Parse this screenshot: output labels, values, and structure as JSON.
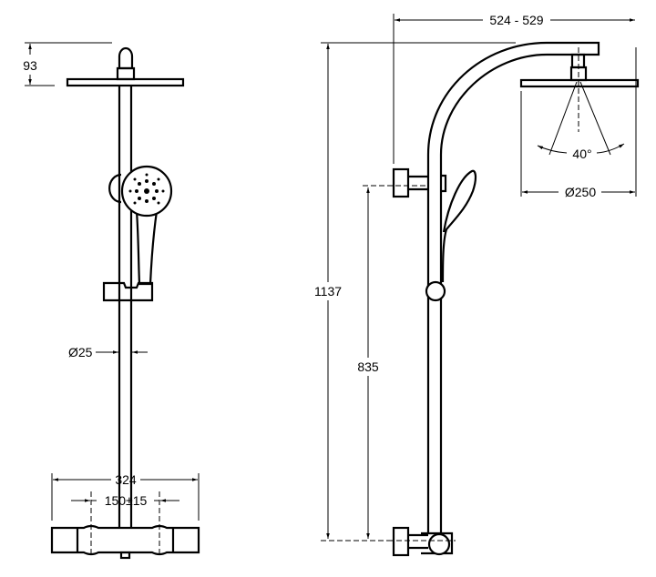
{
  "front_view": {
    "dim_head_height": "93",
    "dim_rail_diameter": "Ø25",
    "dim_mixer_width": "324",
    "dim_inlet_spacing": "150±15"
  },
  "side_view": {
    "dim_arm_reach": "524 - 529",
    "dim_total_height": "1137",
    "dim_bracket_height": "835",
    "dim_spray_angle": "40°",
    "dim_head_diameter": "Ø250"
  }
}
